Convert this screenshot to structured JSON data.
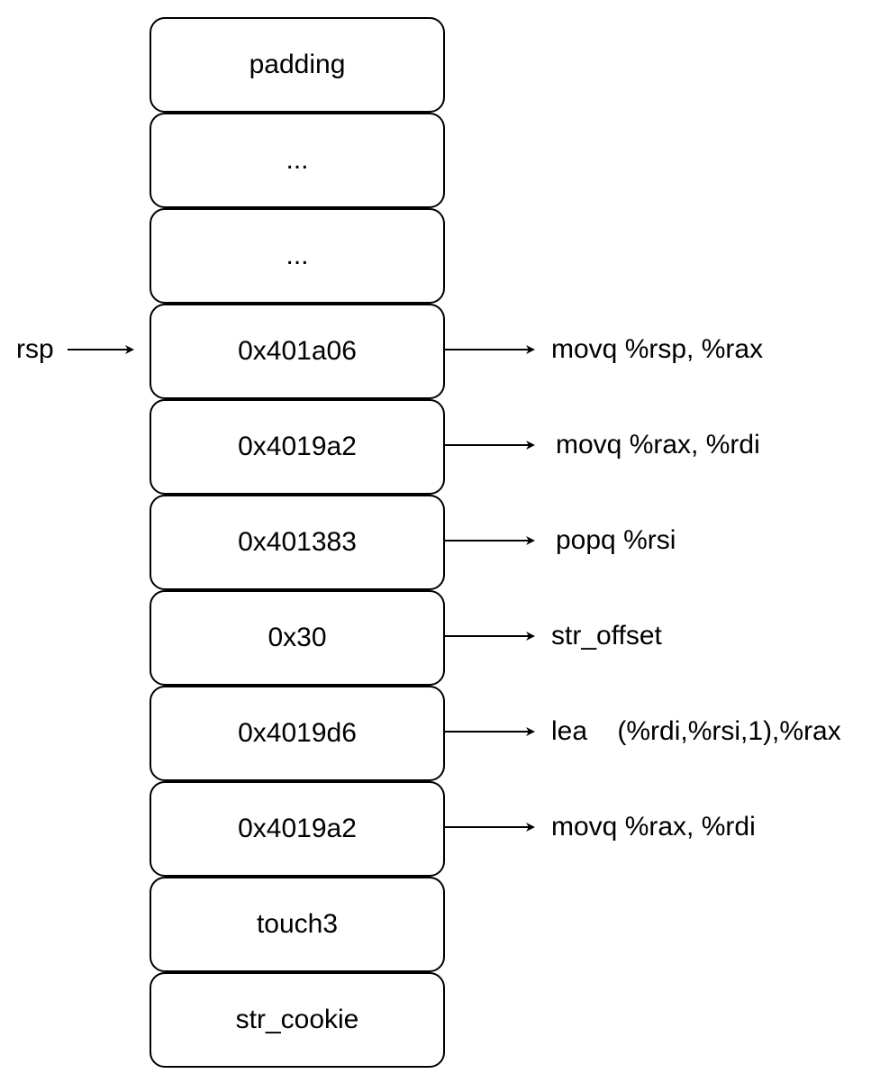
{
  "stack": {
    "cells": [
      "padding",
      "...",
      "...",
      "0x401a06",
      "0x4019a2",
      "0x401383",
      "0x30",
      "0x4019d6",
      "0x4019a2",
      "touch3",
      "str_cookie"
    ]
  },
  "pointer": {
    "label": "rsp"
  },
  "annotations": [
    {
      "cell": 3,
      "text": "movq %rsp, %rax"
    },
    {
      "cell": 4,
      "text": "movq %rax, %rdi"
    },
    {
      "cell": 5,
      "text": "popq %rsi"
    },
    {
      "cell": 6,
      "text": "str_offset"
    },
    {
      "cell": 7,
      "text": "lea    (%rdi,%rsi,1),%rax"
    },
    {
      "cell": 8,
      "text": "movq %rax, %rdi"
    }
  ]
}
